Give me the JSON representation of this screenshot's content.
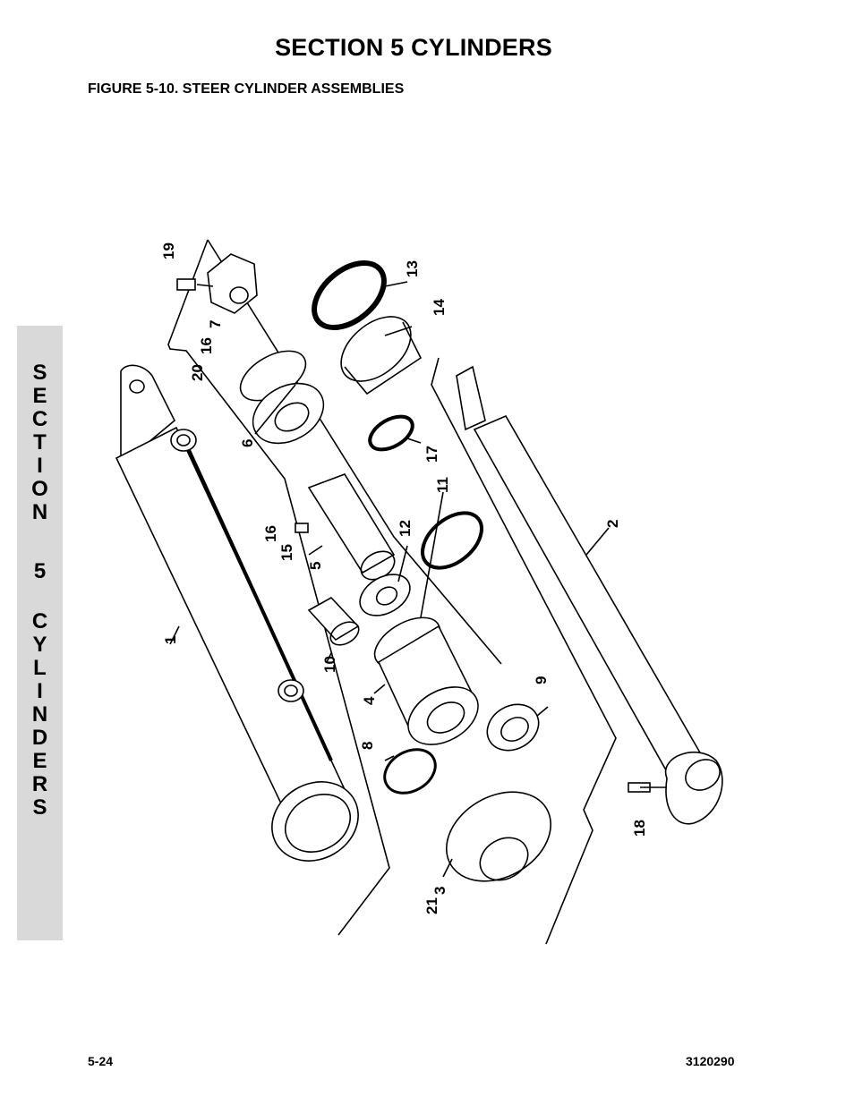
{
  "header": {
    "section_title": "SECTION 5  CYLINDERS",
    "figure_title": "FIGURE 5-10.  STEER CYLINDER ASSEMBLIES"
  },
  "side_tab": {
    "letters": [
      "S",
      "E",
      "C",
      "T",
      "I",
      "O",
      "N",
      "",
      "5",
      "",
      "C",
      "Y",
      "L",
      "I",
      "N",
      "D",
      "E",
      "R",
      "S"
    ]
  },
  "callouts": {
    "c1": "1",
    "c2": "2",
    "c3": "3",
    "c4": "4",
    "c5": "5",
    "c6": "6",
    "c7": "7",
    "c8": "8",
    "c9": "9",
    "c10": "10",
    "c11": "11",
    "c12": "12",
    "c13": "13",
    "c14": "14",
    "c15": "15",
    "c16a": "16",
    "c16b": "16",
    "c17": "17",
    "c18": "18",
    "c19": "19",
    "c20": "20",
    "c21": "21"
  },
  "footer": {
    "page_number": "5-24",
    "doc_number": "3120290"
  }
}
